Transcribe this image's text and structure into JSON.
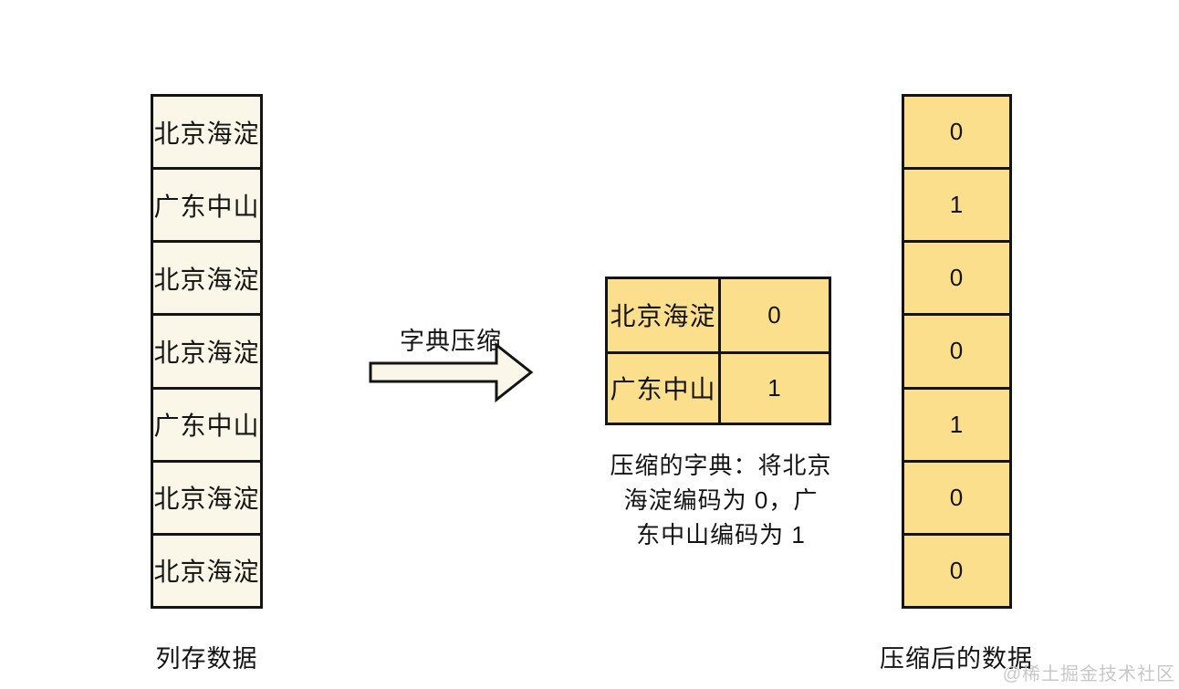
{
  "left_column": {
    "cells": [
      "北京海淀",
      "广东中山",
      "北京海淀",
      "北京海淀",
      "广东中山",
      "北京海淀",
      "北京海淀"
    ],
    "label": "列存数据"
  },
  "arrow": {
    "label": "字典压缩"
  },
  "dictionary": {
    "rows": [
      {
        "key": "北京海淀",
        "code": "0"
      },
      {
        "key": "广东中山",
        "code": "1"
      }
    ],
    "caption_lines": [
      "压缩的字典：将北京",
      "海淀编码为 0，广",
      "东中山编码为 1"
    ]
  },
  "right_column": {
    "cells": [
      "0",
      "1",
      "0",
      "0",
      "1",
      "0",
      "0"
    ],
    "label": "压缩后的数据"
  },
  "watermark": "@稀土掘金技术社区",
  "colors": {
    "cell_cream": "#faf7e8",
    "cell_yellow": "#fbdf8d",
    "border": "#141414",
    "watermark_gray": "#c8c8c8"
  }
}
